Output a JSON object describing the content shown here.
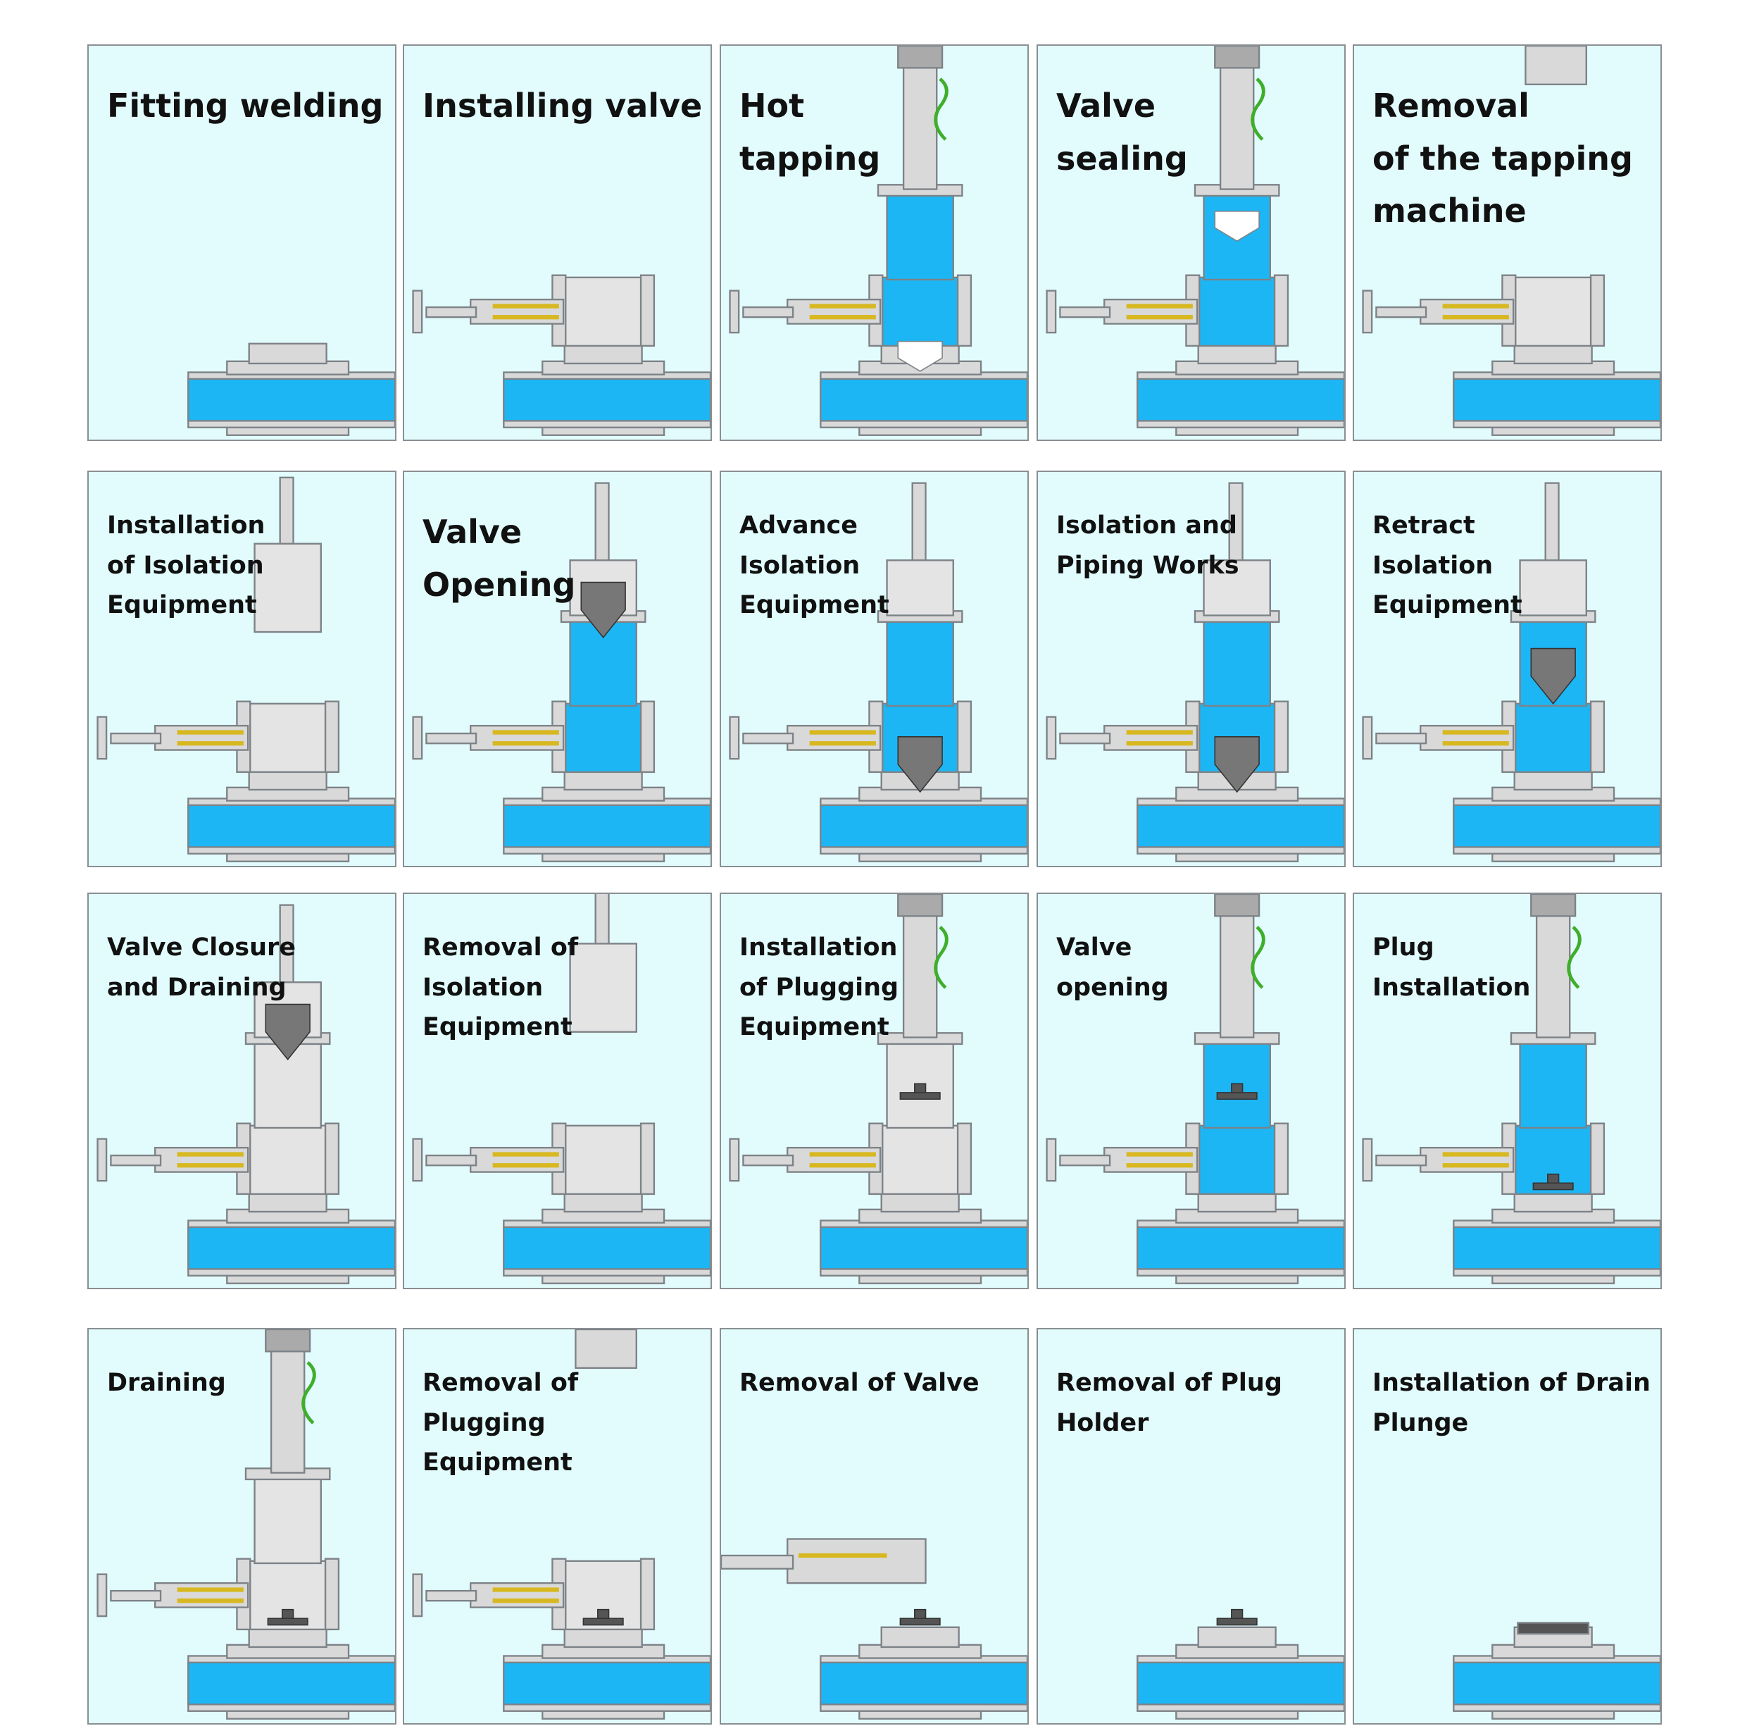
{
  "colors": {
    "background": "#e2fcfd",
    "fluid": "#1cb6f5",
    "steel": "#d9d9d9",
    "outline": "#7d8287",
    "seal": "#d8b820"
  },
  "panels": [
    {
      "title": [
        "Fitting welding"
      ],
      "size": "big",
      "valve": false,
      "fluid_up": false,
      "machine": "none",
      "tool": "none"
    },
    {
      "title": [
        "Installing valve"
      ],
      "size": "big",
      "valve": true,
      "fluid_up": false,
      "machine": "none",
      "tool": "none"
    },
    {
      "title": [
        "Hot",
        "tapping"
      ],
      "size": "big",
      "valve": true,
      "fluid_up": true,
      "machine": "tapping",
      "tool": "cutter-low"
    },
    {
      "title": [
        "Valve",
        "sealing"
      ],
      "size": "big",
      "valve": true,
      "fluid_up": true,
      "machine": "tapping",
      "tool": "cutter-high"
    },
    {
      "title": [
        "Removal",
        "of the tapping",
        "machine"
      ],
      "size": "big",
      "valve": true,
      "fluid_up": false,
      "machine": "removed-tapping",
      "tool": "none"
    },
    {
      "title": [
        "Installation",
        "of Isolation",
        "Equipment"
      ],
      "size": "small",
      "valve": true,
      "fluid_up": false,
      "machine": "isolation-detached",
      "tool": "none"
    },
    {
      "title": [
        "Valve",
        "Opening"
      ],
      "size": "big",
      "valve": true,
      "fluid_up": true,
      "machine": "isolation",
      "tool": "isolation-high"
    },
    {
      "title": [
        "Advance",
        "Isolation",
        "Equipment"
      ],
      "size": "small",
      "valve": true,
      "fluid_up": true,
      "machine": "isolation",
      "tool": "isolation-low"
    },
    {
      "title": [
        "Isolation and",
        "Piping Works"
      ],
      "size": "small",
      "valve": true,
      "fluid_up": true,
      "machine": "isolation",
      "tool": "isolation-low"
    },
    {
      "title": [
        "Retract",
        "Isolation",
        "Equipment"
      ],
      "size": "small",
      "valve": true,
      "fluid_up": true,
      "machine": "isolation",
      "tool": "isolation-mid"
    },
    {
      "title": [
        "Valve Closure",
        "and Draining"
      ],
      "size": "small",
      "valve": true,
      "fluid_up": false,
      "machine": "isolation",
      "tool": "isolation-high"
    },
    {
      "title": [
        "Removal of",
        "Isolation",
        "Equipment"
      ],
      "size": "small",
      "valve": true,
      "fluid_up": false,
      "machine": "isolation-removed",
      "tool": "none"
    },
    {
      "title": [
        "Installation",
        "of Plugging",
        "Equipment"
      ],
      "size": "small",
      "valve": true,
      "fluid_up": false,
      "machine": "tapping",
      "tool": "plug-high"
    },
    {
      "title": [
        "Valve",
        "opening"
      ],
      "size": "small",
      "valve": true,
      "fluid_up": true,
      "machine": "tapping",
      "tool": "plug-high"
    },
    {
      "title": [
        "Plug",
        "Installation"
      ],
      "size": "small",
      "valve": true,
      "fluid_up": true,
      "machine": "tapping",
      "tool": "plug-low"
    },
    {
      "title": [
        "Draining"
      ],
      "size": "small",
      "valve": true,
      "fluid_up": false,
      "machine": "tapping",
      "tool": "plug-low"
    },
    {
      "title": [
        "Removal of",
        "Plugging",
        "Equipment"
      ],
      "size": "small",
      "valve": true,
      "fluid_up": false,
      "machine": "removed-tapping",
      "tool": "plug-low"
    },
    {
      "title": [
        "Removal of Valve"
      ],
      "size": "small",
      "valve": false,
      "fluid_up": false,
      "machine": "valve-lifted",
      "tool": "plug-low"
    },
    {
      "title": [
        "Removal of Plug",
        "Holder"
      ],
      "size": "small",
      "valve": false,
      "fluid_up": false,
      "machine": "none",
      "tool": "plug-low"
    },
    {
      "title": [
        "Installation of Drain",
        "Plunge"
      ],
      "size": "small",
      "valve": false,
      "fluid_up": false,
      "machine": "none",
      "tool": "blind"
    }
  ]
}
